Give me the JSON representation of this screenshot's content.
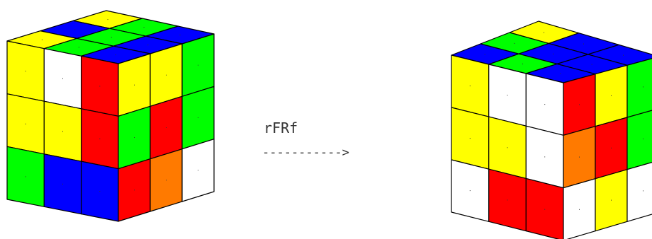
{
  "diagram": {
    "move_label": "rFRf",
    "arrow_text": "----------->"
  },
  "palette": {
    "W": "#ffffff",
    "Y": "#ffff00",
    "R": "#ff0000",
    "G": "#00ff00",
    "B": "#0000ff",
    "O": "#ff7a00"
  },
  "cubes": [
    {
      "name": "cube-before",
      "top": [
        [
          "Y",
          "G",
          "B"
        ],
        [
          "B",
          "G",
          "B"
        ],
        [
          "Y",
          "G",
          "B"
        ]
      ],
      "front": [
        [
          "Y",
          "W",
          "R"
        ],
        [
          "Y",
          "Y",
          "R"
        ],
        [
          "G",
          "B",
          "B"
        ]
      ],
      "right": [
        [
          "Y",
          "Y",
          "G"
        ],
        [
          "G",
          "R",
          "G"
        ],
        [
          "R",
          "O",
          "W"
        ]
      ]
    },
    {
      "name": "cube-after",
      "top": [
        [
          "Y",
          "B",
          "B"
        ],
        [
          "G",
          "B",
          "B"
        ],
        [
          "B",
          "G",
          "B"
        ]
      ],
      "front": [
        [
          "Y",
          "W",
          "W"
        ],
        [
          "Y",
          "Y",
          "W"
        ],
        [
          "W",
          "R",
          "R"
        ]
      ],
      "right": [
        [
          "R",
          "Y",
          "G"
        ],
        [
          "O",
          "R",
          "G"
        ],
        [
          "W",
          "Y",
          "W"
        ]
      ]
    }
  ]
}
